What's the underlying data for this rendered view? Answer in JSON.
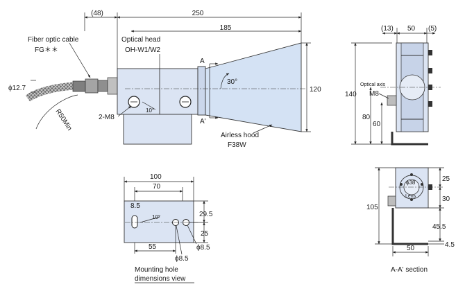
{
  "colors": {
    "body": "#dbe4f3",
    "hood": "#d4e2f4",
    "edge": "#333333",
    "line": "#222222",
    "cable": "#5a5a5a"
  },
  "side_view": {
    "dim_48": "(48)",
    "dim_250": "250",
    "dim_185": "185",
    "fiber_label": "Fiber optic cable",
    "fiber_model": "FG＊＊",
    "head_label": "Optical head",
    "head_model": "OH-W1/W2",
    "dia_127": "ϕ12.7",
    "bend": "R50Min",
    "m8_label": "2-M8",
    "angle_10": "10°",
    "angle_30": "30°",
    "dim_120": "120",
    "section_a": "A",
    "section_a2": "A'",
    "hood_label": "Airless hood",
    "hood_model": "F38W"
  },
  "end_view": {
    "dim_13": "(13)",
    "dim_50": "50",
    "dim_5": "(5)",
    "optical_axis": "Optical axis",
    "m8": "M8",
    "dim_140": "140",
    "dim_80": "80",
    "dim_60": "60"
  },
  "mount_view": {
    "dim_100": "100",
    "dim_70": "70",
    "dim_85": "8.5",
    "angle_10": "10°",
    "dim_295": "29.5",
    "dim_25": "25",
    "dim_55": "55",
    "dia_85a": "ϕ8.5",
    "dia_85b": "ϕ8.5",
    "caption_1": "Mounting hole",
    "caption_2": "dimensions view"
  },
  "section_view": {
    "dim_25": "25",
    "dim_30": "30",
    "dim_105": "105",
    "dim_455": "45.5",
    "dim_45": "4.5",
    "dim_50": "50",
    "phi_38": "ϕ38",
    "lens": "Lens",
    "caption": "A-A' section"
  }
}
